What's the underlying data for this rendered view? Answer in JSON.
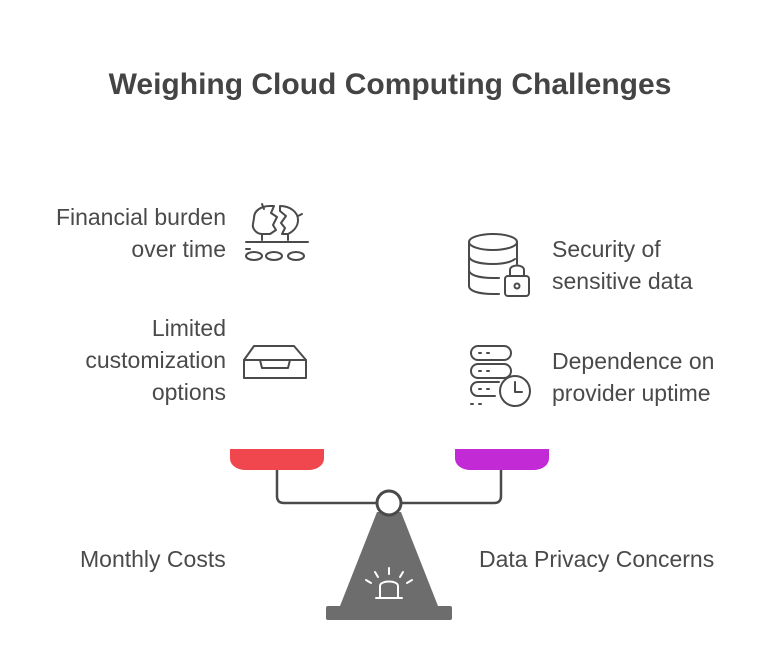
{
  "title": "Weighing Cloud Computing Challenges",
  "left": {
    "side_label": "Monthly Costs",
    "pan_color": "#f0474f",
    "items": [
      {
        "icon": "broken-piggy-bank-icon",
        "line1": "Financial burden",
        "line2": "over time",
        "line3": ""
      },
      {
        "icon": "inbox-tray-icon",
        "line1": "Limited",
        "line2": "customization",
        "line3": "options"
      }
    ]
  },
  "right": {
    "side_label": "Data Privacy Concerns",
    "pan_color": "#c22ad6",
    "items": [
      {
        "icon": "database-lock-icon",
        "line1": "Security of",
        "line2": "sensitive data"
      },
      {
        "icon": "server-clock-icon",
        "line1": "Dependence on",
        "line2": "provider uptime"
      }
    ]
  }
}
